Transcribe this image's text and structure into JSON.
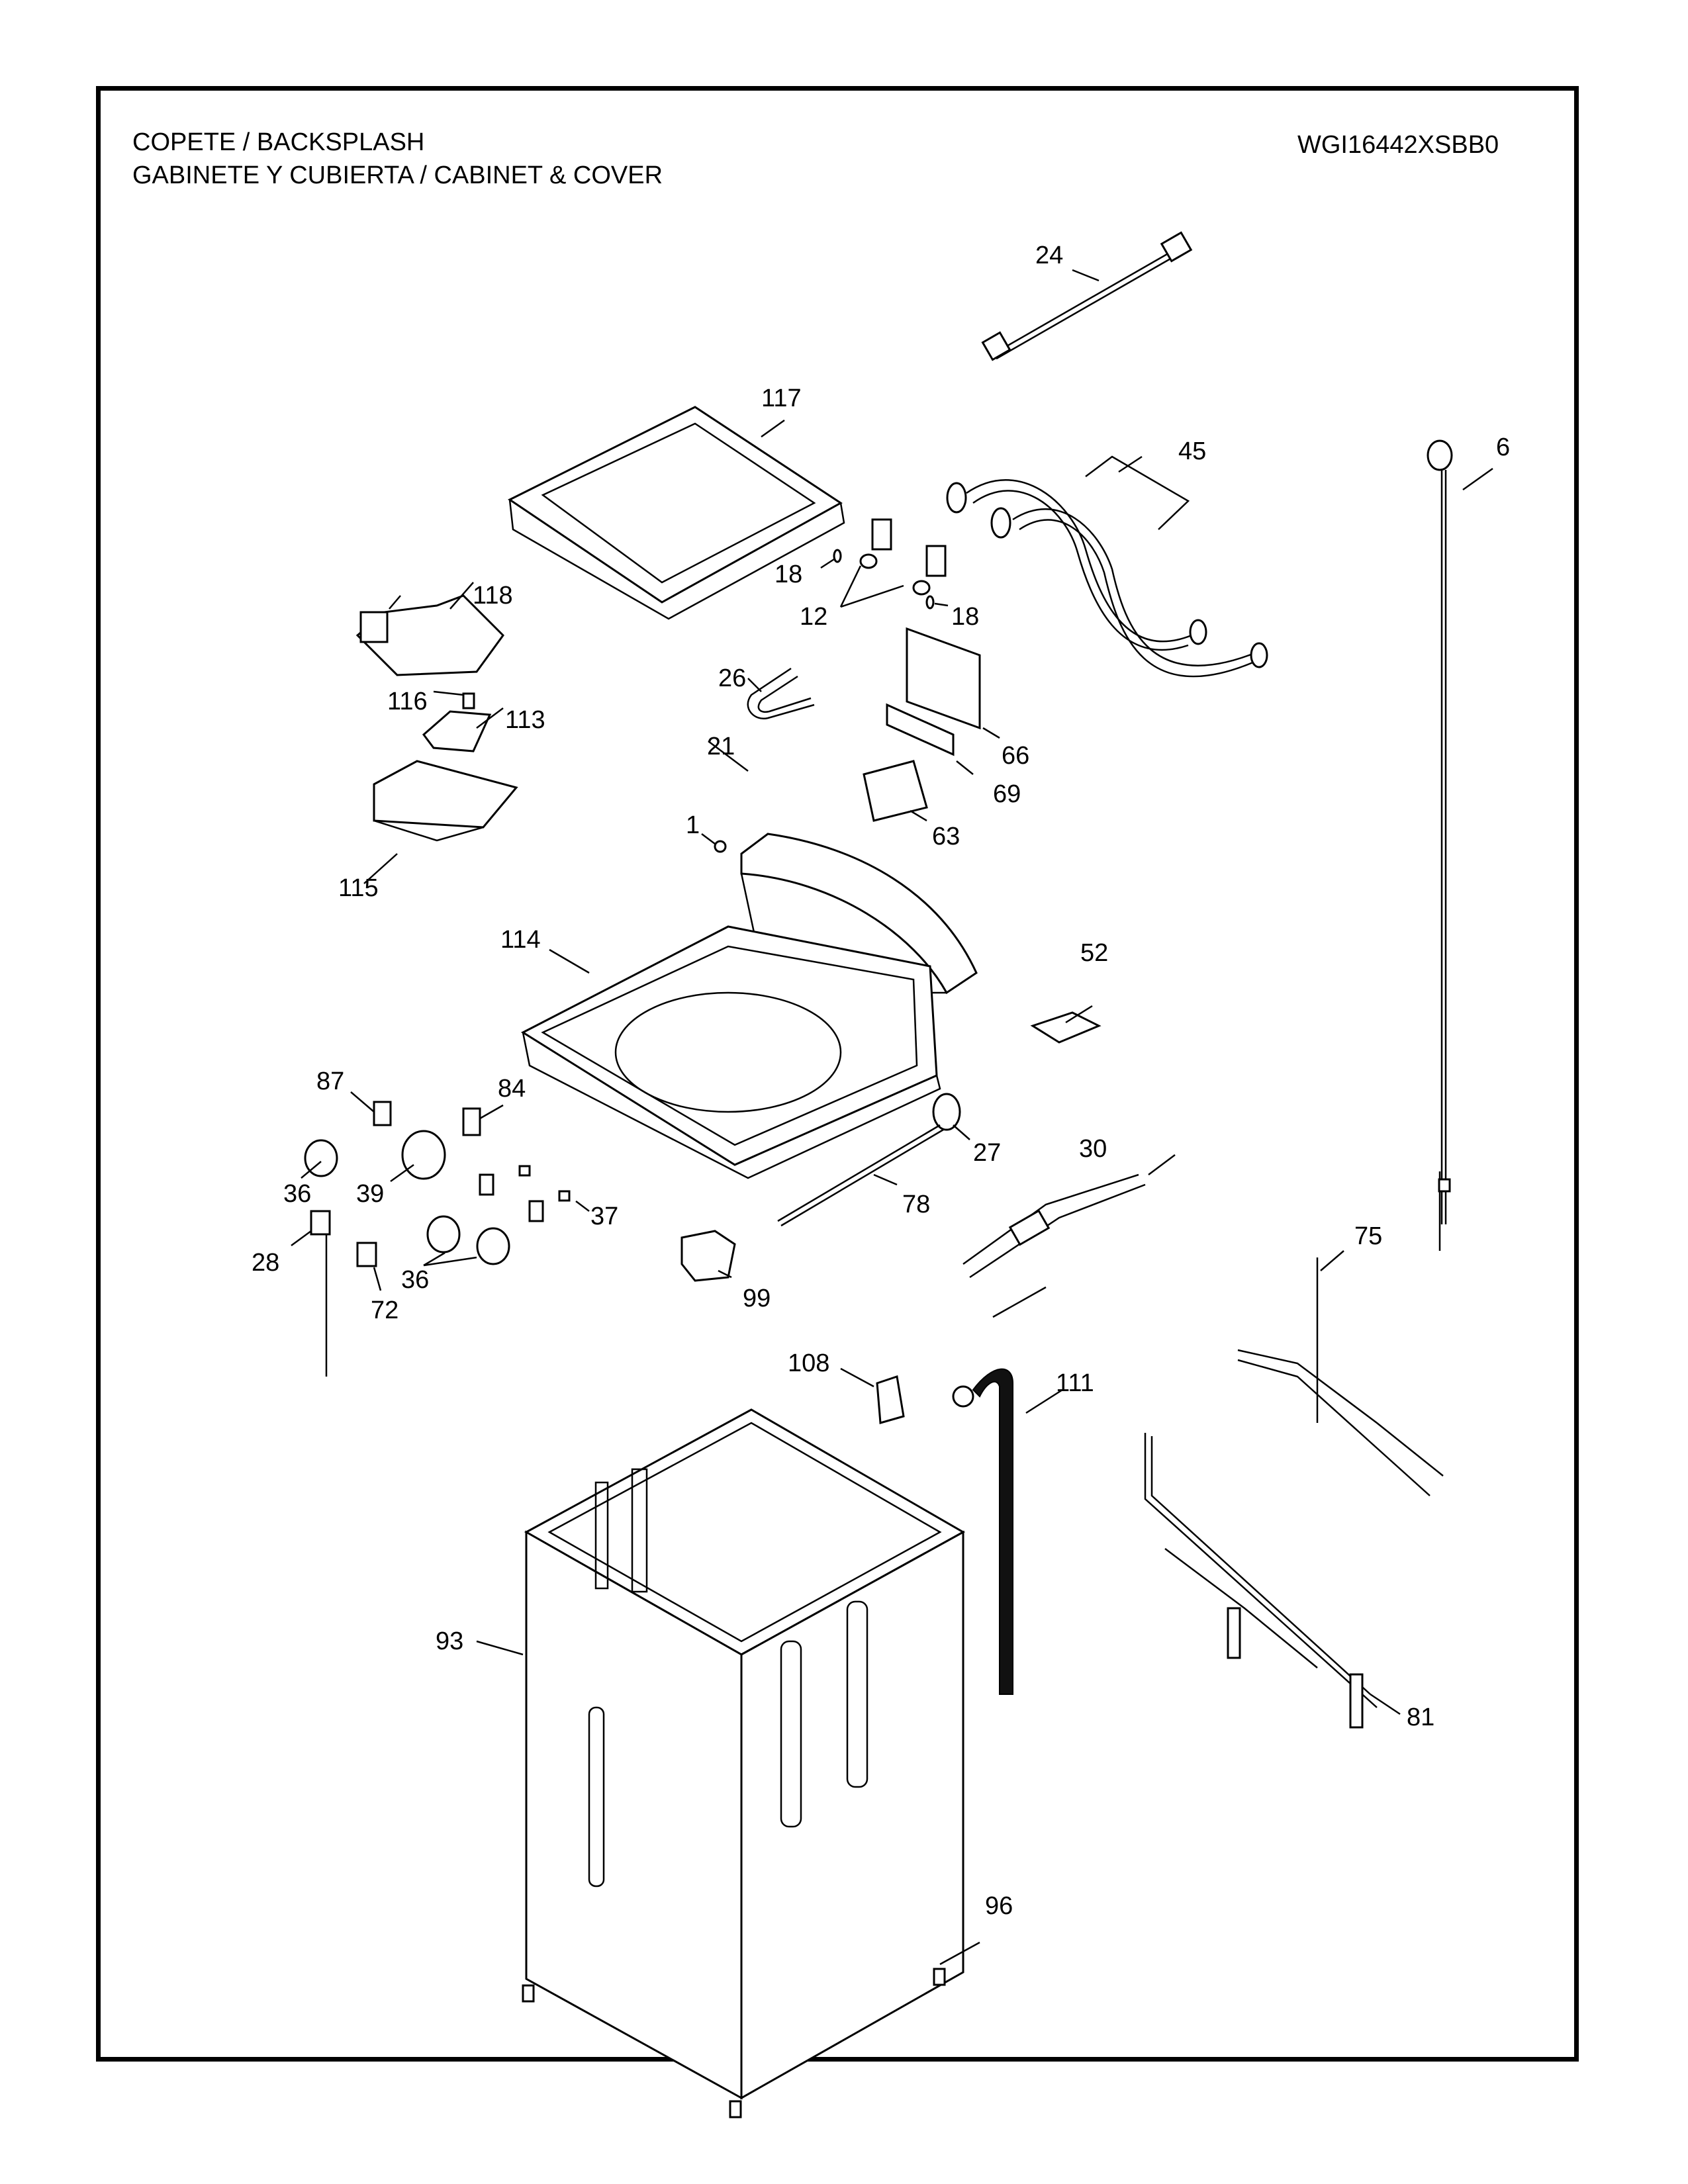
{
  "header": {
    "title_line1": "COPETE / BACKSPLASH",
    "title_line2": "GABINETE Y CUBIERTA / CABINET & COVER",
    "model_number": "WGI16442XSBB0"
  },
  "callouts": [
    {
      "id": "c24",
      "label": "24"
    },
    {
      "id": "c117",
      "label": "117"
    },
    {
      "id": "c45",
      "label": "45"
    },
    {
      "id": "c6",
      "label": "6"
    },
    {
      "id": "c18a",
      "label": "18"
    },
    {
      "id": "c12",
      "label": "12"
    },
    {
      "id": "c18b",
      "label": "18"
    },
    {
      "id": "c118",
      "label": "118"
    },
    {
      "id": "c26",
      "label": "26"
    },
    {
      "id": "c66",
      "label": "66"
    },
    {
      "id": "c116",
      "label": "116"
    },
    {
      "id": "c113",
      "label": "113"
    },
    {
      "id": "c21",
      "label": "21"
    },
    {
      "id": "c69",
      "label": "69"
    },
    {
      "id": "c1",
      "label": "1"
    },
    {
      "id": "c63",
      "label": "63"
    },
    {
      "id": "c115",
      "label": "115"
    },
    {
      "id": "c114",
      "label": "114"
    },
    {
      "id": "c52",
      "label": "52"
    },
    {
      "id": "c87",
      "label": "87"
    },
    {
      "id": "c84",
      "label": "84"
    },
    {
      "id": "c27",
      "label": "27"
    },
    {
      "id": "c30",
      "label": "30"
    },
    {
      "id": "c36a",
      "label": "36"
    },
    {
      "id": "c39",
      "label": "39"
    },
    {
      "id": "c37",
      "label": "37"
    },
    {
      "id": "c78",
      "label": "78"
    },
    {
      "id": "c28",
      "label": "28"
    },
    {
      "id": "c36b",
      "label": "36"
    },
    {
      "id": "c72",
      "label": "72"
    },
    {
      "id": "c99",
      "label": "99"
    },
    {
      "id": "c75",
      "label": "75"
    },
    {
      "id": "c108",
      "label": "108"
    },
    {
      "id": "c111",
      "label": "111"
    },
    {
      "id": "c93",
      "label": "93"
    },
    {
      "id": "c81",
      "label": "81"
    },
    {
      "id": "c96",
      "label": "96"
    }
  ]
}
